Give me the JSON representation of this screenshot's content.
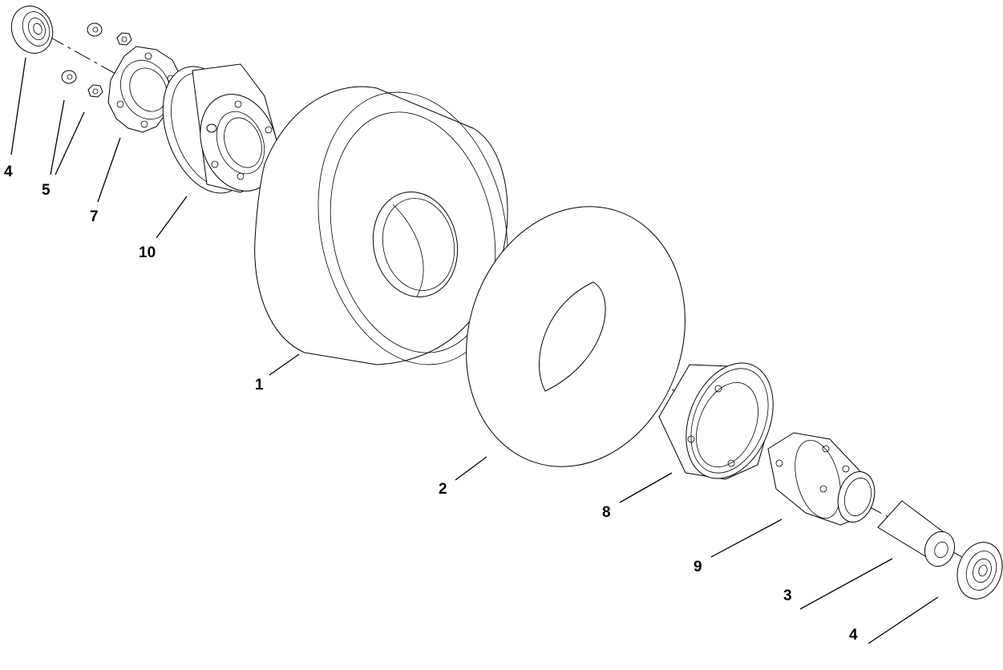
{
  "diagram": {
    "callouts": {
      "bearing_top": "4",
      "nuts_washers": "5",
      "bearing_plate": "7",
      "hub_half_outer": "10",
      "tire": "1",
      "tube": "2",
      "hub_half_inner": "8",
      "hub_flange": "9",
      "spacer": "3",
      "bearing_bottom": "4"
    }
  }
}
